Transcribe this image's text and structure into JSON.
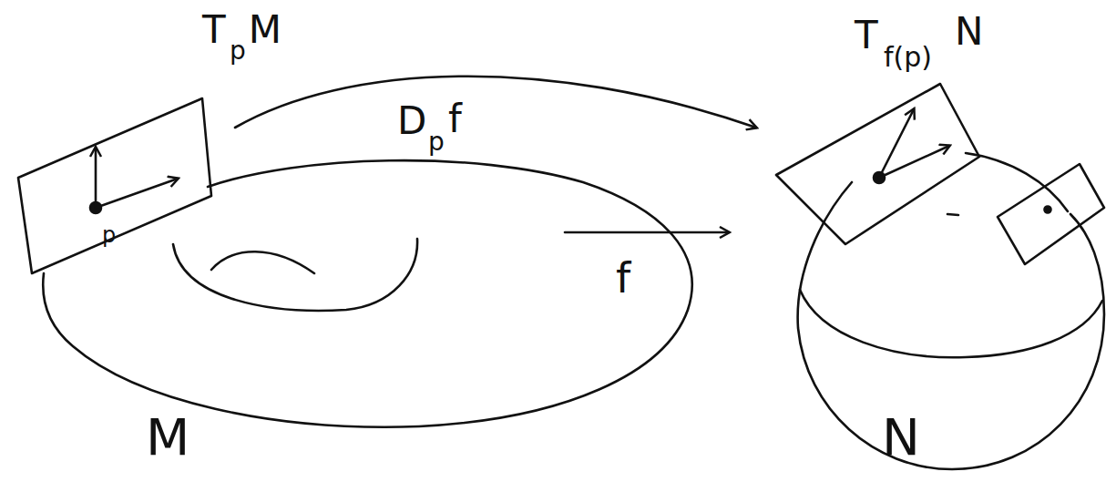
{
  "diagram": {
    "labels": [
      "T",
      "p",
      "M",
      "D",
      "p",
      "f",
      "f",
      "p",
      "M",
      "N",
      "T",
      "f(p)",
      "N"
    ]
  }
}
